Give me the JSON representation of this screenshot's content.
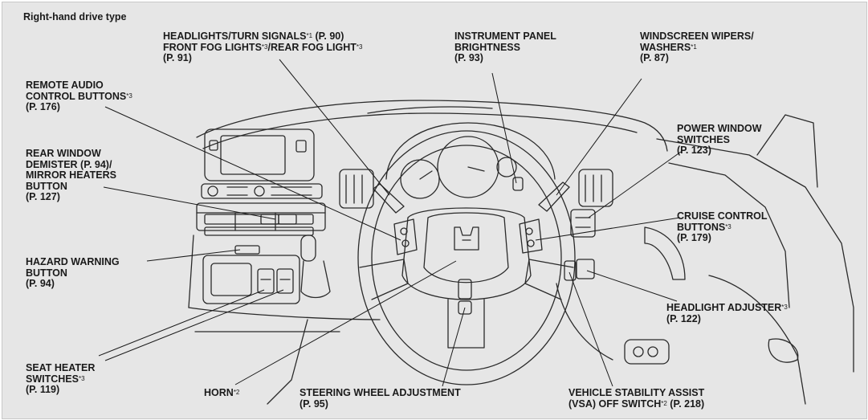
{
  "title": "Right-hand drive type",
  "callouts": {
    "headlights": {
      "lines": [
        [
          {
            "t": "HEADLIGHTS/TURN SIGNALS"
          },
          {
            "t": "*1",
            "s": 1
          },
          {
            "t": " (P. 90)"
          }
        ],
        [
          {
            "t": "FRONT FOG LIGHTS"
          },
          {
            "t": "*3",
            "s": 1
          },
          {
            "t": "/REAR FOG LIGHT"
          },
          {
            "t": "*3",
            "s": 1
          }
        ],
        [
          {
            "t": "(P. 91)"
          }
        ]
      ]
    },
    "instrument": {
      "lines": [
        [
          {
            "t": "INSTRUMENT PANEL"
          }
        ],
        [
          {
            "t": "BRIGHTNESS"
          }
        ],
        [
          {
            "t": "(P. 93)"
          }
        ]
      ]
    },
    "wipers": {
      "lines": [
        [
          {
            "t": "WINDSCREEN WIPERS/"
          }
        ],
        [
          {
            "t": "WASHERS"
          },
          {
            "t": "*1",
            "s": 1
          }
        ],
        [
          {
            "t": "(P. 87)"
          }
        ]
      ]
    },
    "remote_audio": {
      "lines": [
        [
          {
            "t": "REMOTE AUDIO"
          }
        ],
        [
          {
            "t": "CONTROL BUTTONS"
          },
          {
            "t": "*3",
            "s": 1
          }
        ],
        [
          {
            "t": "(P. 176)"
          }
        ]
      ]
    },
    "power_window": {
      "lines": [
        [
          {
            "t": "POWER WINDOW"
          }
        ],
        [
          {
            "t": "SWITCHES"
          }
        ],
        [
          {
            "t": "(P. 123)"
          }
        ]
      ]
    },
    "rear_demister": {
      "lines": [
        [
          {
            "t": "REAR WINDOW"
          }
        ],
        [
          {
            "t": "DEMISTER (P. 94)/"
          }
        ],
        [
          {
            "t": "MIRROR HEATERS"
          }
        ],
        [
          {
            "t": "BUTTON"
          }
        ],
        [
          {
            "t": "(P. 127)"
          }
        ]
      ]
    },
    "cruise": {
      "lines": [
        [
          {
            "t": "CRUISE CONTROL"
          }
        ],
        [
          {
            "t": "BUTTONS"
          },
          {
            "t": "*3",
            "s": 1
          }
        ],
        [
          {
            "t": "(P. 179)"
          }
        ]
      ]
    },
    "hazard": {
      "lines": [
        [
          {
            "t": "HAZARD WARNING"
          }
        ],
        [
          {
            "t": "BUTTON"
          }
        ],
        [
          {
            "t": "(P. 94)"
          }
        ]
      ]
    },
    "headlight_adjuster": {
      "lines": [
        [
          {
            "t": "HEADLIGHT ADJUSTER"
          },
          {
            "t": "*3",
            "s": 1
          }
        ],
        [
          {
            "t": "(P. 122)"
          }
        ]
      ]
    },
    "seat_heater": {
      "lines": [
        [
          {
            "t": "SEAT HEATER"
          }
        ],
        [
          {
            "t": "SWITCHES"
          },
          {
            "t": "*3",
            "s": 1
          }
        ],
        [
          {
            "t": "(P. 119)"
          }
        ]
      ]
    },
    "horn": {
      "lines": [
        [
          {
            "t": "HORN"
          },
          {
            "t": "*2",
            "s": 1
          }
        ]
      ]
    },
    "steering": {
      "lines": [
        [
          {
            "t": "STEERING WHEEL ADJUSTMENT"
          }
        ],
        [
          {
            "t": "(P. 95)"
          }
        ]
      ]
    },
    "vsa": {
      "lines": [
        [
          {
            "t": "VEHICLE STABILITY ASSIST"
          }
        ],
        [
          {
            "t": "(VSA) OFF SWITCH"
          },
          {
            "t": "*2",
            "s": 1
          },
          {
            "t": " (P. 218)"
          }
        ]
      ]
    }
  }
}
